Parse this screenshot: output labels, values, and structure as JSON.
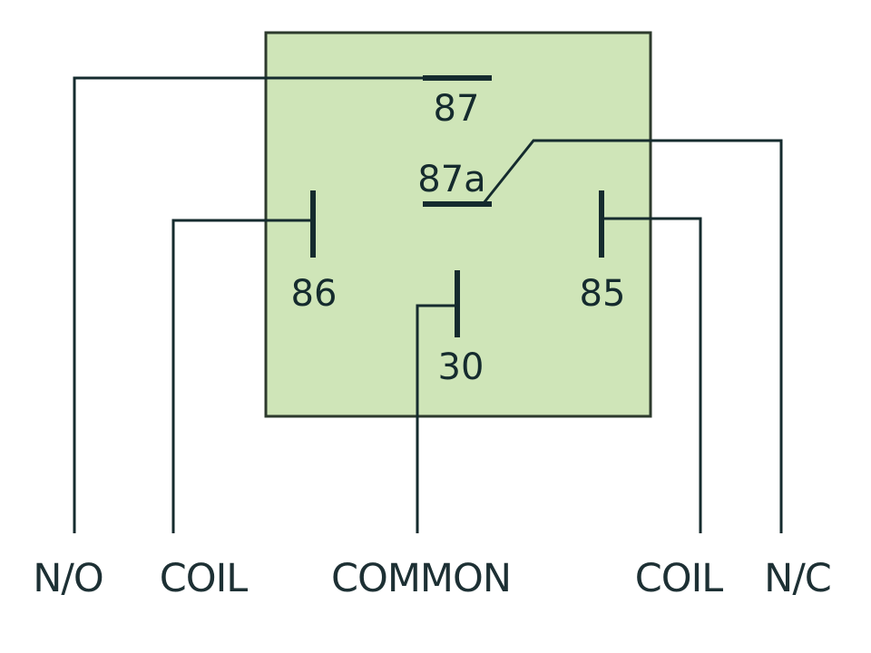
{
  "relay": {
    "box_fill": "#cfe5b8",
    "box_stroke": "#2d3a2d",
    "wire_color": "#152b2e",
    "terminals": {
      "t87": "87",
      "t87a": "87a",
      "t86": "86",
      "t85": "85",
      "t30": "30"
    }
  },
  "labels": {
    "no": "N/O",
    "coil_left": "COIL",
    "common": "COMMON",
    "coil_right": "COIL",
    "nc": "N/C"
  }
}
